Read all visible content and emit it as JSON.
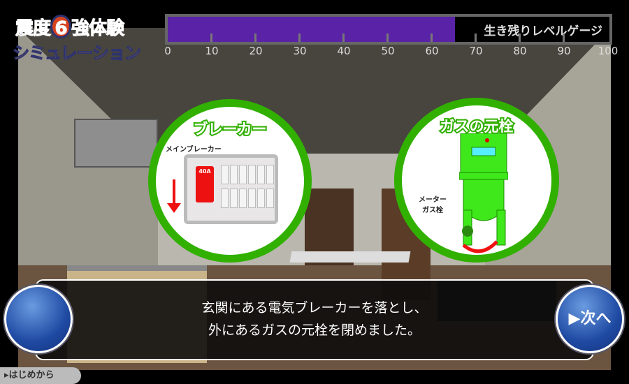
{
  "logo": {
    "line1_a": "震度",
    "line1_num": "6",
    "line1_b": "強体験",
    "line2": "シミュレーション"
  },
  "gauge": {
    "label": "生き残りレベルゲージ",
    "value": 65,
    "max": 100,
    "ticks": [
      "0",
      "10",
      "20",
      "30",
      "40",
      "50",
      "60",
      "70",
      "80",
      "90",
      "100"
    ],
    "fill_color": "#5a22a6"
  },
  "breaker": {
    "title": "ブレーカー",
    "main_label": "メインブレーカー",
    "amp": "40A"
  },
  "gas": {
    "title": "ガスの元栓",
    "meter_label_1": "メーター",
    "meter_label_2": "ガス栓"
  },
  "dialog": {
    "line1": "玄関にある電気ブレーカーを落とし、",
    "line2": "外にあるガスの元栓を閉めました。"
  },
  "buttons": {
    "next": "▶次へ",
    "restart": "▸はじめから"
  },
  "colors": {
    "accent_green": "#31b000",
    "button_blue": "#1f4aa3"
  }
}
